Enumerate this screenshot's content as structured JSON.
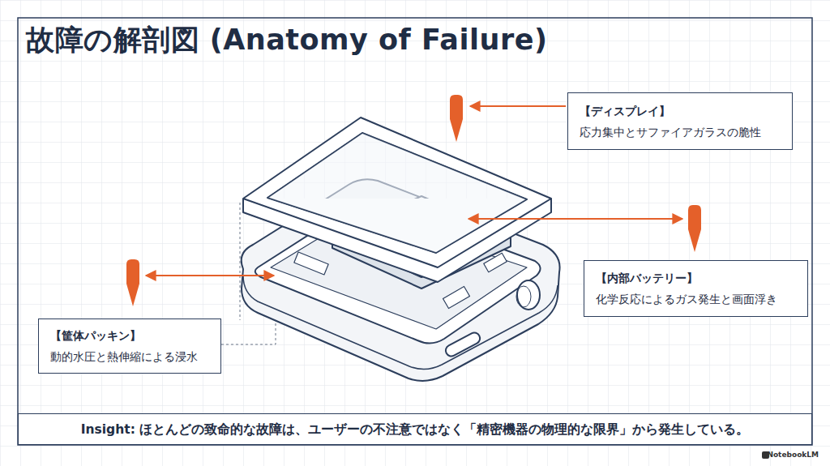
{
  "diagram": {
    "title": "故障の解剖図 (Anatomy of Failure)",
    "nodes": [
      {
        "text": [
          "【ディスプレイ】",
          "応力集中とサファイアガラスの脆性"
        ]
      },
      {
        "text": [
          "【内部バッテリー】",
          "化学反応によるガス発生と画面浮き"
        ]
      },
      {
        "text": [
          "【筐体パッキン】",
          "動的水圧と熱伸縮による浸水"
        ]
      },
      {
        "text": [
          "Insight: ほとんどの致命的な故障は、ユーザーの不注意ではなく「精密機器の物理的な限界」から発生している。"
        ]
      }
    ],
    "labels": [
      "NotebookLM"
    ]
  }
}
